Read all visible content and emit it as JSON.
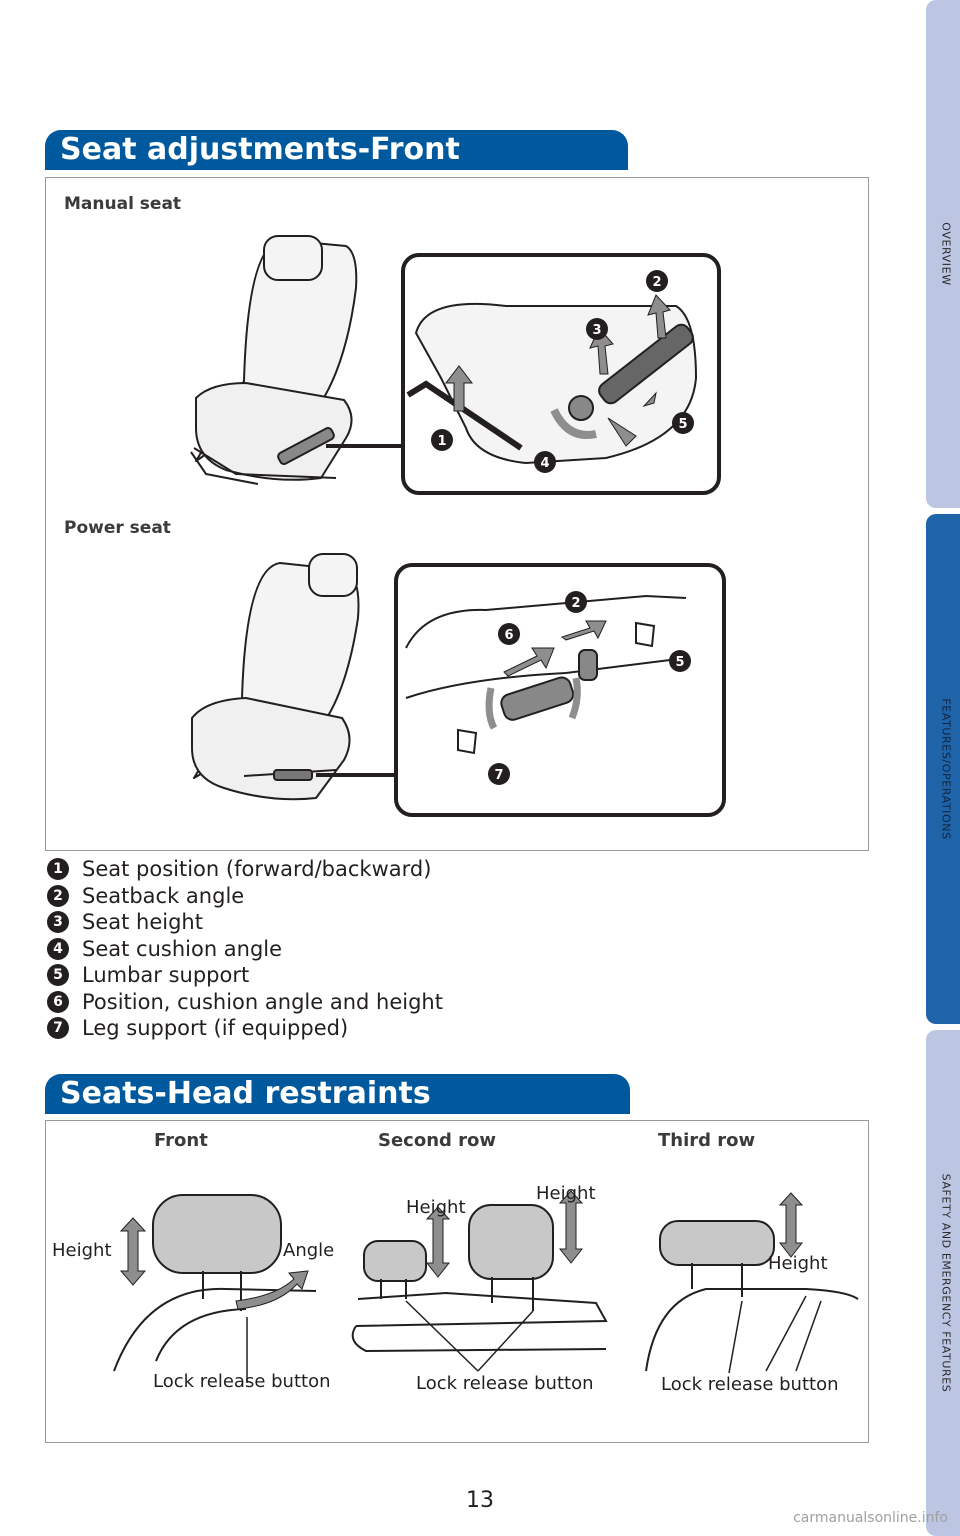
{
  "side_tabs": [
    {
      "label": "OVERVIEW",
      "active": false
    },
    {
      "label": "FEATURES/OPERATIONS",
      "active": true
    },
    {
      "label": "SAFETY AND EMERGENCY FEATURES",
      "active": false
    }
  ],
  "colors": {
    "header_blue": "#00599c",
    "tab_inactive": "#bcc6e3",
    "tab_active": "#1f63a8",
    "callout_dark": "#231f20",
    "arrow_gray": "#8e8e8e"
  },
  "section_front": {
    "title": "Seat adjustments-Front",
    "manual_label": "Manual seat",
    "power_label": "Power seat",
    "manual_callouts": [
      "1",
      "2",
      "3",
      "4",
      "5"
    ],
    "power_callouts": [
      "2",
      "5",
      "6",
      "7"
    ]
  },
  "legend": [
    {
      "num": "1",
      "text": "Seat position (forward/backward)"
    },
    {
      "num": "2",
      "text": "Seatback angle"
    },
    {
      "num": "3",
      "text": "Seat height"
    },
    {
      "num": "4",
      "text": "Seat cushion angle"
    },
    {
      "num": "5",
      "text": "Lumbar support"
    },
    {
      "num": "6",
      "text": "Position, cushion angle and height"
    },
    {
      "num": "7",
      "text": "Leg support (if equipped)"
    }
  ],
  "section_head": {
    "title": "Seats-Head restraints",
    "columns": [
      "Front",
      "Second row",
      "Third row"
    ],
    "front": {
      "height": "Height",
      "angle": "Angle",
      "lock": "Lock release button"
    },
    "second": {
      "height_left": "Height",
      "height_right": "Height",
      "lock": "Lock release button"
    },
    "third": {
      "height": "Height",
      "lock": "Lock release button"
    }
  },
  "page_number": "13",
  "watermark": "carmanualsonline.info"
}
